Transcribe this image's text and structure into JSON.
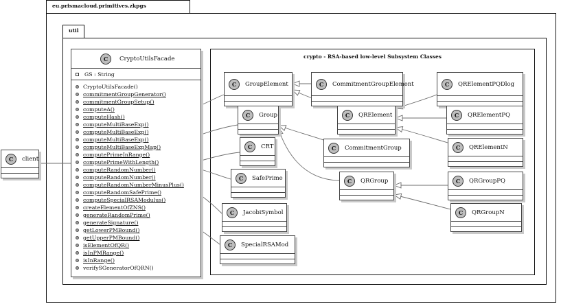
{
  "packages": {
    "outer": "eu.prismacloud.primitives.zkpgs",
    "util": "util",
    "crypto": "crypto - RSA-based low-level Subsystem Classes"
  },
  "client": {
    "stereotype": "C",
    "name": "client"
  },
  "facade": {
    "stereotype": "C",
    "name": "CryptoUtilsFacade",
    "attribute": "GS : String",
    "operations": [
      {
        "text": "CryptoUtilsFacade()",
        "underline": false
      },
      {
        "text": "commitmentGroupGenerator()",
        "underline": true
      },
      {
        "text": "commitmentGroupSetup()",
        "underline": true
      },
      {
        "text": "computeA()",
        "underline": true
      },
      {
        "text": "computeHash()",
        "underline": true
      },
      {
        "text": "computeMultiBaseExp()",
        "underline": true
      },
      {
        "text": "computeMultiBaseExp()",
        "underline": true
      },
      {
        "text": "computeMultiBaseExp()",
        "underline": true
      },
      {
        "text": "computeMultiBaseExpMap()",
        "underline": true
      },
      {
        "text": "computePrimeInRange()",
        "underline": true
      },
      {
        "text": "computePrimeWithLength()",
        "underline": true
      },
      {
        "text": "computeRandomNumber()",
        "underline": true
      },
      {
        "text": "computeRandomNumber()",
        "underline": true
      },
      {
        "text": "computeRandomNumberMinusPlus()",
        "underline": true
      },
      {
        "text": "computeRandomSafePrime()",
        "underline": true
      },
      {
        "text": "computeSpecialRSAModulus()",
        "underline": true
      },
      {
        "text": "createElementOfZNS()",
        "underline": true
      },
      {
        "text": "generateRandomPrime()",
        "underline": true
      },
      {
        "text": "generateSignature()",
        "underline": true
      },
      {
        "text": "getLowerPMBound()",
        "underline": true
      },
      {
        "text": "getUpperPMBound()",
        "underline": true
      },
      {
        "text": "isElementOfQR()",
        "underline": true
      },
      {
        "text": "isInPMRange()",
        "underline": true
      },
      {
        "text": "isInRange()",
        "underline": true
      },
      {
        "text": "verifySGeneratorOfQRN()",
        "underline": false
      }
    ]
  },
  "classes": [
    {
      "id": "groupelement",
      "stereotype": "C",
      "name": "GroupElement"
    },
    {
      "id": "commitmentgroupelement",
      "stereotype": "C",
      "name": "CommitmentGroupElement"
    },
    {
      "id": "qrelementpqdlog",
      "stereotype": "C",
      "name": "QRElementPQDlog"
    },
    {
      "id": "group",
      "stereotype": "C",
      "name": "Group"
    },
    {
      "id": "qrelement",
      "stereotype": "C",
      "name": "QRElement"
    },
    {
      "id": "qrelementpq",
      "stereotype": "C",
      "name": "QRElementPQ"
    },
    {
      "id": "crt",
      "stereotype": "C",
      "name": "CRT"
    },
    {
      "id": "commitmentgroup",
      "stereotype": "C",
      "name": "CommitmentGroup"
    },
    {
      "id": "qrelementn",
      "stereotype": "C",
      "name": "QRElementN"
    },
    {
      "id": "safeprime",
      "stereotype": "C",
      "name": "SafePrime"
    },
    {
      "id": "qrgroup",
      "stereotype": "C",
      "name": "QRGroup"
    },
    {
      "id": "qrgrouppq",
      "stereotype": "C",
      "name": "QRGroupPQ"
    },
    {
      "id": "jacobisymbol",
      "stereotype": "C",
      "name": "JacobiSymbol"
    },
    {
      "id": "qrgroupn",
      "stereotype": "C",
      "name": "QRGroupN"
    },
    {
      "id": "specialrsamod",
      "stereotype": "C",
      "name": "SpecialRSAMod"
    }
  ]
}
